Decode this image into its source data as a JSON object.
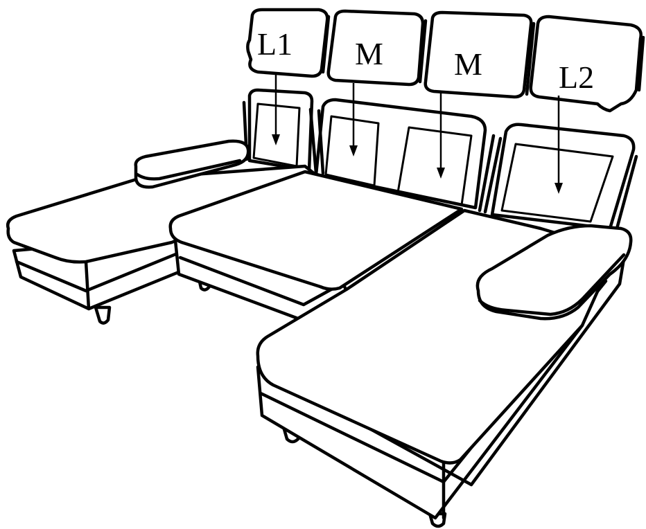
{
  "diagram": {
    "cushion_labels": {
      "left_end": "L1",
      "middle_left": "M",
      "middle_right": "M",
      "right_end": "L2"
    },
    "colors": {
      "line": "#000000",
      "background": "#ffffff"
    }
  }
}
